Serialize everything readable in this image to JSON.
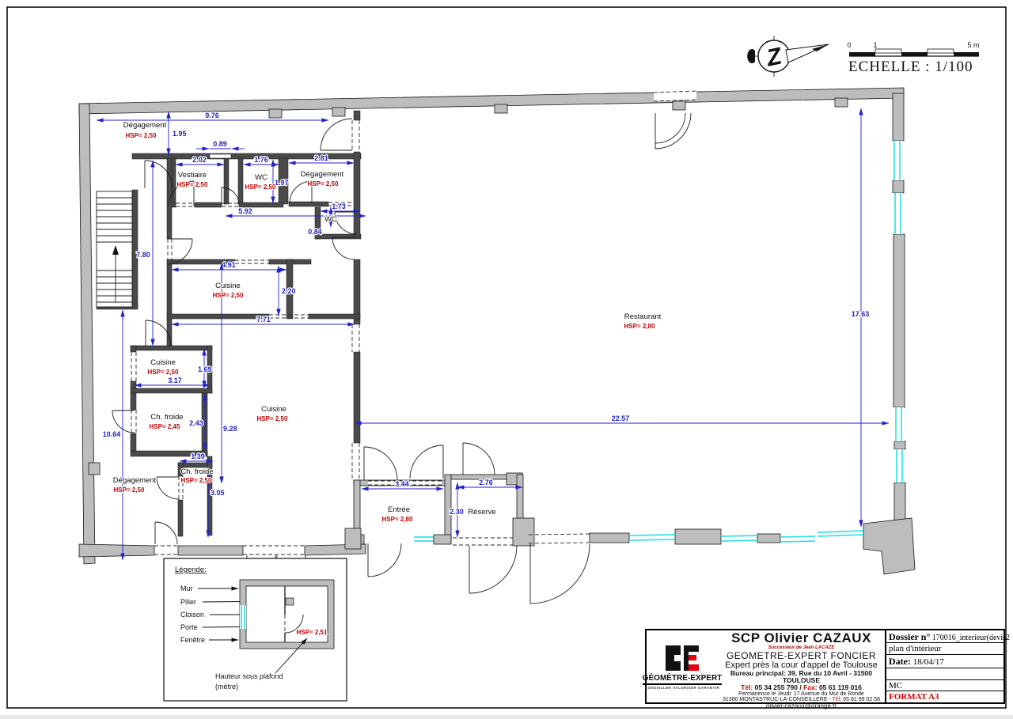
{
  "scale": {
    "ticks": [
      "0",
      "1",
      "5 m"
    ],
    "label": "ECHELLE : 1/100"
  },
  "compass": {
    "glyph": "Z"
  },
  "plan": {
    "rooms": [
      {
        "name": "Dégagement",
        "hsp": "HSP= 2,50"
      },
      {
        "name": "Vestiaire",
        "hsp": "HSP= 2,50"
      },
      {
        "name": "WC",
        "hsp": "HSP= 2,50"
      },
      {
        "name": "Dégagement",
        "hsp": "HSP= 2,50"
      },
      {
        "name": "WC",
        "hsp": ""
      },
      {
        "name": "Cuisine",
        "hsp": "HSP= 2,50"
      },
      {
        "name": "Cuisine",
        "hsp": "HSP= 2,50"
      },
      {
        "name": "Ch. froide",
        "hsp": "HSP= 2,45"
      },
      {
        "name": "Ch. froide",
        "hsp": "HSP= 2,50"
      },
      {
        "name": "Dégagement",
        "hsp": "HSP= 2,50"
      },
      {
        "name": "Cuisine",
        "hsp": "HSP= 2,50"
      },
      {
        "name": "Entrée",
        "hsp": "HSP= 2,80"
      },
      {
        "name": "Réserve",
        "hsp": ""
      },
      {
        "name": "Restaurant",
        "hsp": "HSP= 2,80"
      }
    ],
    "dimensions": {
      "d976": "9.76",
      "d195": "1.95",
      "d089": "0.89",
      "d202": "2.02",
      "d176": "1.76",
      "d197": "1.97",
      "d281": "2.81",
      "d592": "5.92",
      "d173": "1.73",
      "d084": "0.84",
      "d780": "7.80",
      "d491": "4.91",
      "d220": "2.20",
      "d771": "7.71",
      "d169": "1.69",
      "d317": "3.17",
      "d243": "2.43",
      "d928": "9.28",
      "d1064": "10.64",
      "d139": "1.39",
      "d305": "3.05",
      "d344": "3.44",
      "d276": "2.76",
      "d230": "2.30",
      "d2257": "22.57",
      "d1763": "17.63"
    }
  },
  "legend": {
    "title": "Légende:",
    "items": [
      "Mur",
      "Pilier",
      "Cloison",
      "Porte",
      "Fenêtre"
    ],
    "hsp_example": "HSP= 2,51",
    "note_line1": "Hauteur sous plafond",
    "note_line2": "(mètre)"
  },
  "title_block": {
    "logo_name": "GÉOMÈTRE-EXPERT",
    "logo_tagline": "CONSEILLER VALORISER GARANTIR",
    "company": "SCP Olivier CAZAUX",
    "successor": "Successeur de Jean LACAZE",
    "line1": "GEOMETRE-EXPERT FONCIER",
    "line2": "Expert près la cour d'appel de Toulouse",
    "line3": "Bureau principal: 39, Rue du 10 Avril - 31500 TOULOUSE",
    "tel_label": "Tél:",
    "tel_value": " 05 34 255 790 / ",
    "fax_label": "Fax:",
    "fax_value": " 05 61 119 016",
    "line5": "Permanence le Jeudi: 17 Avenue du Mur de Ronde",
    "line6a": "31380 MONTASTRUC-LA-CONSEILLERE - ",
    "line6_tel_label": "Tél:",
    "line6b": " 05 81 99 02 58",
    "email": "olivier-cazaux@orange.fr",
    "dossier_label": "Dossier n°",
    "dossier_value": " 170016_interieur(devis2",
    "row2": "plan d'intérieur",
    "date_label": "Date:",
    "date_value": " 18/04/17",
    "row4": "",
    "row5": "MC",
    "row6": "FORMAT A3"
  },
  "colors": {
    "dimension_blue": "#2121c8",
    "hsp_red": "#c40000",
    "window_cyan": "#35e3e3",
    "wall_gray": "#bdbdbd",
    "accent_red": "#d40000"
  }
}
